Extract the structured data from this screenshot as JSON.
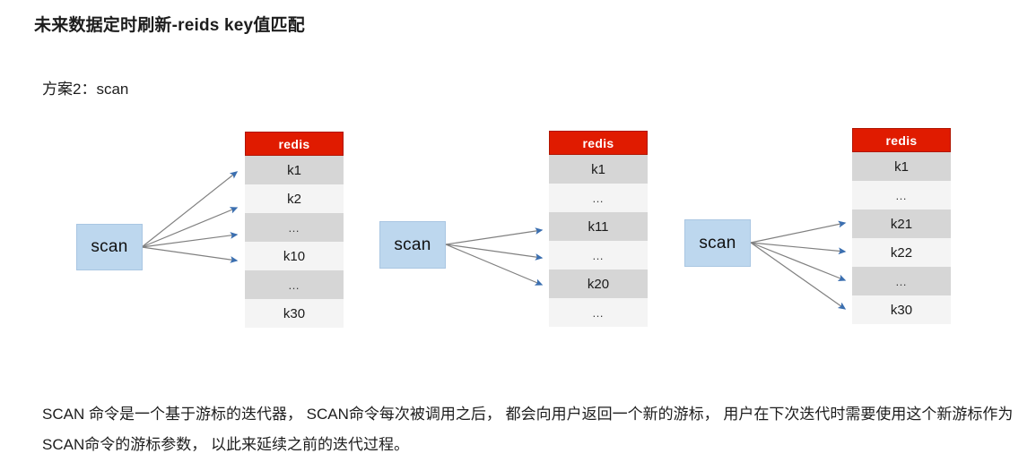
{
  "page": {
    "title": "未来数据定时刷新-reids key值匹配",
    "plan_label": "方案2：scan",
    "footer_note": "SCAN 命令是一个基于游标的迭代器， SCAN命令每次被调用之后， 都会向用户返回一个新的游标， 用户在下次迭代时需要使用这个新游标作为SCAN命令的游标参数， 以此来延续之前的迭代过程。",
    "background_color": "#ffffff"
  },
  "colors": {
    "redis_header_bg": "#e01b00",
    "redis_header_text": "#ffffff",
    "row_dark": "#d6d6d6",
    "row_light": "#f4f4f4",
    "scan_box_bg": "#bdd7ee",
    "arrow_line": "#808080",
    "arrow_head": "#3b6fb0",
    "text": "#1d1d1d"
  },
  "diagram": {
    "groups": [
      {
        "id": "group-1",
        "scan_label": "scan",
        "table": {
          "header": "redis",
          "rows": [
            {
              "label": "k1",
              "shade": "dark",
              "targeted": true
            },
            {
              "label": "k2",
              "shade": "light",
              "targeted": true
            },
            {
              "label": "…",
              "shade": "dark",
              "targeted": true
            },
            {
              "label": "k10",
              "shade": "light",
              "targeted": true
            },
            {
              "label": "…",
              "shade": "dark",
              "targeted": false
            },
            {
              "label": "k30",
              "shade": "light",
              "targeted": false
            }
          ]
        },
        "arrow_count": 4
      },
      {
        "id": "group-2",
        "scan_label": "scan",
        "table": {
          "header": "redis",
          "rows": [
            {
              "label": "k1",
              "shade": "dark",
              "targeted": false
            },
            {
              "label": "…",
              "shade": "light",
              "targeted": false
            },
            {
              "label": "k11",
              "shade": "dark",
              "targeted": true
            },
            {
              "label": "…",
              "shade": "light",
              "targeted": true
            },
            {
              "label": "k20",
              "shade": "dark",
              "targeted": true
            },
            {
              "label": "…",
              "shade": "light",
              "targeted": false
            }
          ]
        },
        "arrow_count": 3
      },
      {
        "id": "group-3",
        "scan_label": "scan",
        "table": {
          "header": "redis",
          "rows": [
            {
              "label": "k1",
              "shade": "dark",
              "targeted": false
            },
            {
              "label": "…",
              "shade": "light",
              "targeted": false
            },
            {
              "label": "k21",
              "shade": "dark",
              "targeted": true
            },
            {
              "label": "k22",
              "shade": "light",
              "targeted": true
            },
            {
              "label": "…",
              "shade": "dark",
              "targeted": true
            },
            {
              "label": "k30",
              "shade": "light",
              "targeted": true
            }
          ]
        },
        "arrow_count": 4
      }
    ]
  }
}
